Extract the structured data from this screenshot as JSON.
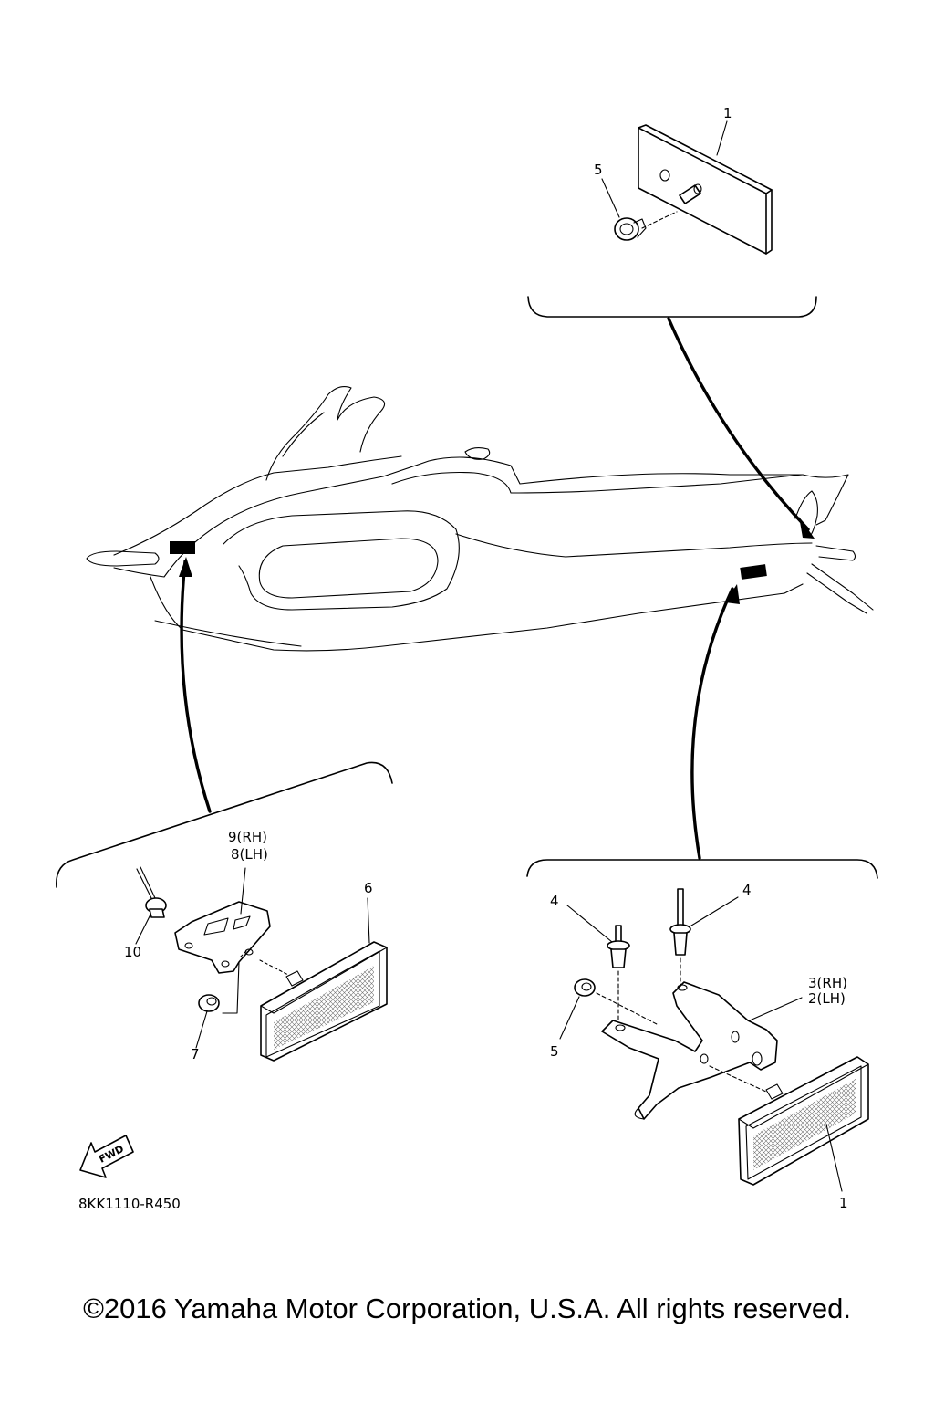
{
  "callouts": {
    "top_reflector": "1",
    "top_nut": "5",
    "left_bracket_rh": "9(RH)",
    "left_bracket_lh": "8(LH)",
    "left_reflector": "6",
    "left_grommet": "10",
    "left_nut": "7",
    "right_rivet_left": "4",
    "right_rivet_right": "4",
    "right_bracket_rh": "3(RH)",
    "right_bracket_lh": "2(LH)",
    "right_nut": "5",
    "right_reflector": "1"
  },
  "fwd_label": "FWD",
  "drawing_code": "8KK1110-R450",
  "copyright": "©2016 Yamaha Motor Corporation, U.S.A. All rights reserved."
}
